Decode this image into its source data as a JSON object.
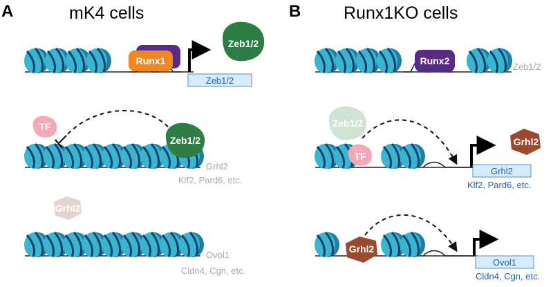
{
  "panel_a": {
    "letter": "A",
    "title": "mK4 cells",
    "row1": {
      "runx": "Runx1",
      "zeb_protein": "Zeb1/2",
      "gene_box": "Zeb1/2"
    },
    "row2": {
      "tf": "TF",
      "zeb": "Zeb1/2",
      "genes_line1": "Grhl2",
      "genes_line2": "Klf2, Pard6, etc."
    },
    "row3": {
      "grhl2": "Grhl2",
      "genes_line1": "Ovol1",
      "genes_line2": "Cldn4, Cgn, etc."
    }
  },
  "panel_b": {
    "letter": "B",
    "title": "Runx1KO cells",
    "row1": {
      "runx": "Runx2",
      "gene_label": "Zeb1/2"
    },
    "row2": {
      "zeb_faded": "Zeb1/2",
      "tf": "TF",
      "grhl2_protein": "Grhl2",
      "gene_box": "Grhl2",
      "genes_line2": "Klf2, Pard6, etc."
    },
    "row3": {
      "grhl2": "Grhl2",
      "gene_box": "Ovol1",
      "genes_line2": "Cldn4, Cgn, etc."
    }
  },
  "colors": {
    "nucleosome": "#3ab5cf",
    "nucleosome_dark": "#1d7fa6",
    "dna_wrap": "#0b3f6e",
    "runx1": "#f0881f",
    "runx_purple": "#5b2a86",
    "zeb": "#2e7d45",
    "zeb_faded": "#cfe3d3",
    "tf": "#f4a9b8",
    "grhl2": "#9c4a2e",
    "grhl2_faded": "#e4d4cf",
    "gene_box_fill": "#d6ecfb",
    "gene_box_stroke": "#4a8fd6",
    "grey_text": "#a8a8a8",
    "blue_text": "#1f5fbf"
  }
}
